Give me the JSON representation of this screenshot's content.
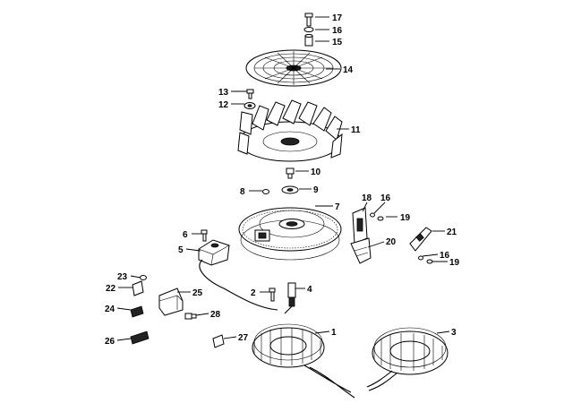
{
  "diagram": {
    "parts": [
      {
        "id": "part-17",
        "label": "17"
      },
      {
        "id": "part-16a",
        "label": "16"
      },
      {
        "id": "part-15",
        "label": "15"
      },
      {
        "id": "part-14",
        "label": "14"
      },
      {
        "id": "part-13",
        "label": "13"
      },
      {
        "id": "part-12",
        "label": "12"
      },
      {
        "id": "part-11",
        "label": "11"
      },
      {
        "id": "part-10",
        "label": "10"
      },
      {
        "id": "part-9",
        "label": "9"
      },
      {
        "id": "part-8",
        "label": "8"
      },
      {
        "id": "part-7",
        "label": "7"
      },
      {
        "id": "part-18",
        "label": "18"
      },
      {
        "id": "part-16b",
        "label": "16"
      },
      {
        "id": "part-19a",
        "label": "19"
      },
      {
        "id": "part-21",
        "label": "21"
      },
      {
        "id": "part-20",
        "label": "20"
      },
      {
        "id": "part-16c",
        "label": "16"
      },
      {
        "id": "part-19b",
        "label": "19"
      },
      {
        "id": "part-6",
        "label": "6"
      },
      {
        "id": "part-5",
        "label": "5"
      },
      {
        "id": "part-4",
        "label": "4"
      },
      {
        "id": "part-2",
        "label": "2"
      },
      {
        "id": "part-23",
        "label": "23"
      },
      {
        "id": "part-22",
        "label": "22"
      },
      {
        "id": "part-25",
        "label": "25"
      },
      {
        "id": "part-24",
        "label": "24"
      },
      {
        "id": "part-28",
        "label": "28"
      },
      {
        "id": "part-26",
        "label": "26"
      },
      {
        "id": "part-27",
        "label": "27"
      },
      {
        "id": "part-1",
        "label": "1"
      },
      {
        "id": "part-3",
        "label": "3"
      }
    ]
  }
}
